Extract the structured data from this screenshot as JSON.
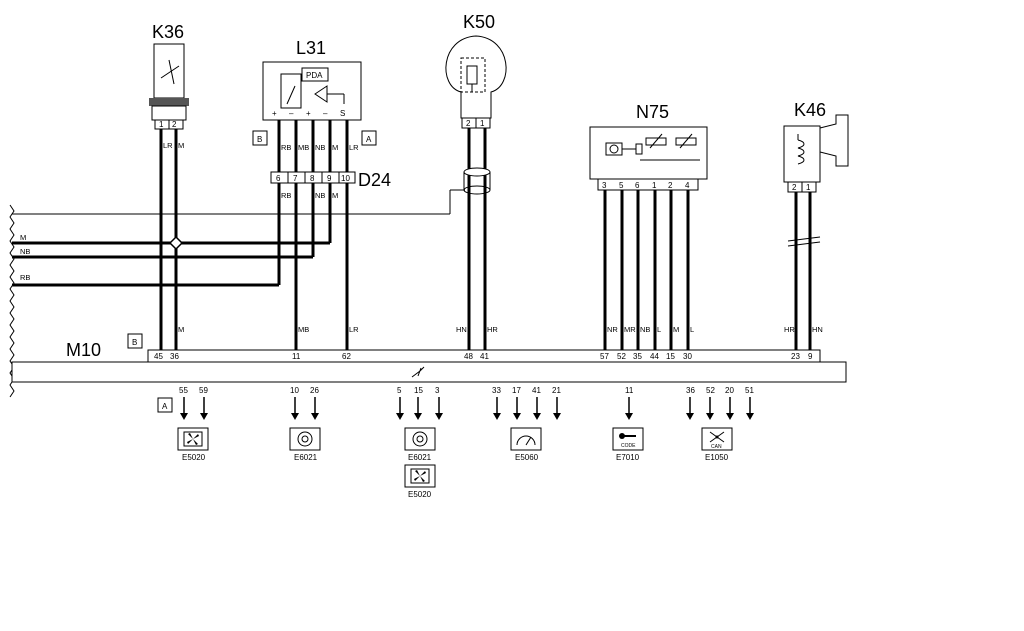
{
  "components": {
    "k36": {
      "label": "K36",
      "pins": [
        "1",
        "2"
      ],
      "wires": [
        "LR",
        "M"
      ]
    },
    "l31": {
      "label": "L31",
      "inner": "PDA",
      "terms": [
        "+",
        "–",
        "+",
        "–",
        "S"
      ],
      "wires": [
        "RB",
        "MB",
        "NB",
        "M",
        "LR"
      ],
      "side_b": "B",
      "side_a": "A"
    },
    "k50": {
      "label": "K50",
      "pins": [
        "2",
        "1"
      ]
    },
    "n75": {
      "label": "N75",
      "pins": [
        "3",
        "5",
        "6",
        "1",
        "2",
        "4"
      ]
    },
    "k46": {
      "label": "K46",
      "pins": [
        "2",
        "1"
      ]
    },
    "d24": {
      "label": "D24",
      "pins": [
        "6",
        "7",
        "8",
        "9",
        "10"
      ],
      "wires": [
        "RB",
        "NB",
        "M"
      ]
    },
    "m10": {
      "label": "M10",
      "side_b": "B",
      "side_a": "A",
      "pins_b": [
        "45",
        "36",
        "11",
        "62",
        "48",
        "41",
        "57",
        "52",
        "35",
        "44",
        "15",
        "30",
        "23",
        "9"
      ],
      "wires_b": [
        "M",
        "MB",
        "LR",
        "HN",
        "HR",
        "NR",
        "MR",
        "NB",
        "L",
        "M",
        "L",
        "HR",
        "HN"
      ],
      "pins_a": [
        "55",
        "59",
        "10",
        "26",
        "5",
        "15",
        "3",
        "33",
        "17",
        "41",
        "21",
        "11",
        "36",
        "52",
        "20",
        "51"
      ]
    }
  },
  "left_wires": [
    "M",
    "NB",
    "RB"
  ],
  "destinations": [
    {
      "id": "E5020",
      "icon": "fan-icon"
    },
    {
      "id": "E6021",
      "icon": "climate-knob-icon"
    },
    {
      "id": "E6021",
      "icon": "climate-knob-icon"
    },
    {
      "id": "E5060",
      "icon": "speedometer-icon"
    },
    {
      "id": "E7010",
      "icon": "key-icon",
      "sub": "CODE"
    },
    {
      "id": "E1050",
      "icon": "can-network-icon",
      "sub": "CAN"
    },
    {
      "id": "E5020",
      "icon": "fan-icon"
    }
  ]
}
